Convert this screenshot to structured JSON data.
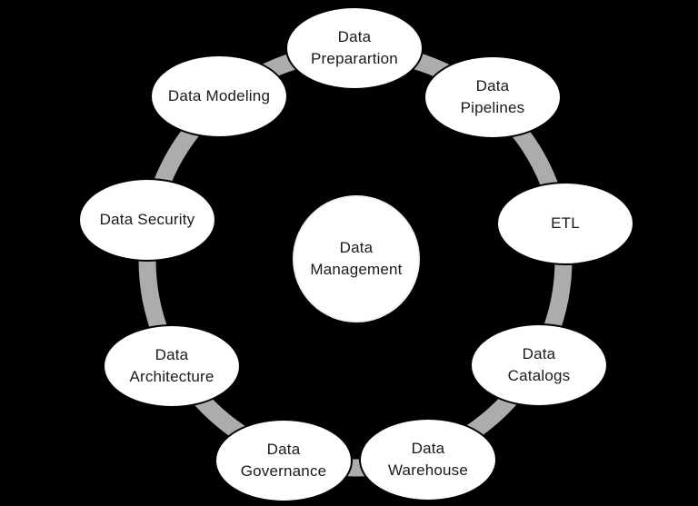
{
  "diagram": {
    "type": "cycle",
    "center": {
      "label": "Data\nManagement"
    },
    "nodes": [
      {
        "label": "Data\nPreparartion"
      },
      {
        "label": "Data\nPipelines"
      },
      {
        "label": "ETL"
      },
      {
        "label": "Data\nCatalogs"
      },
      {
        "label": "Data\nWarehouse"
      },
      {
        "label": "Data\nGovernance"
      },
      {
        "label": "Data\nArchitecture"
      },
      {
        "label": "Data Security"
      },
      {
        "label": "Data Modeling"
      }
    ],
    "colors": {
      "background": "#000000",
      "node_fill": "#ffffff",
      "node_border": "#000000",
      "connector_ring": "#acacac",
      "text": "#1a1a1a"
    }
  }
}
